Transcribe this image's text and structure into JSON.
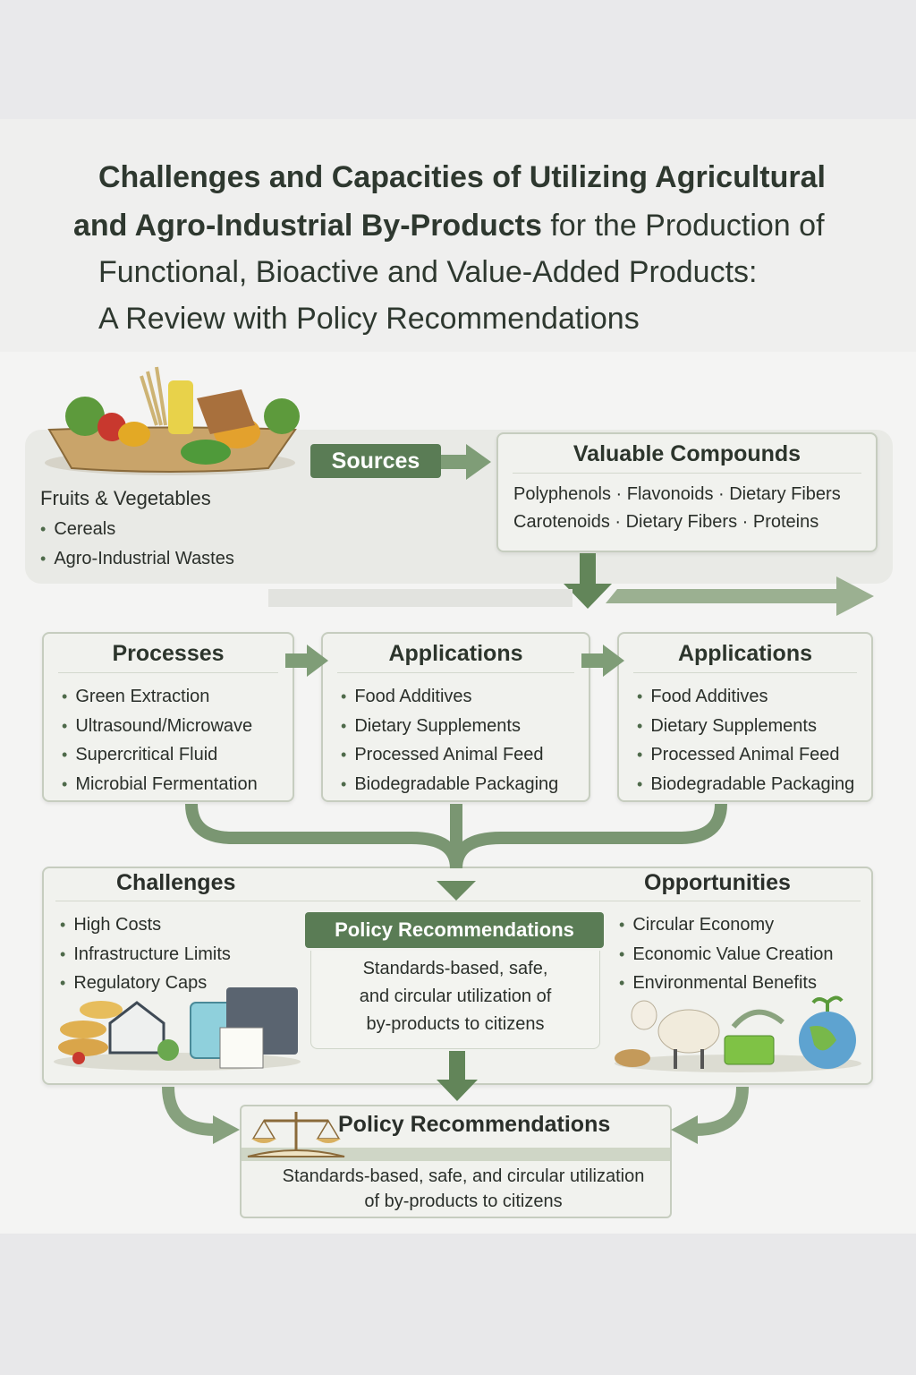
{
  "title": {
    "line1": "Challenges and Capacities of Utilizing Agricultural",
    "line2_bold": "and Agro-Industrial By-Products",
    "line2_rest": " for the Production of",
    "line3": "Functional, Bioactive and Value-Added Products:",
    "line4": "A Review with Policy Recommendations"
  },
  "sources": {
    "label": "Sources",
    "heading": "Fruits & Vegetables",
    "items": [
      "Cereals",
      "Agro-Industrial Wastes"
    ]
  },
  "compounds": {
    "title": "Valuable Compounds",
    "line1": "Polyphenols · Flavonoids · Dietary Fibers",
    "line2": "Carotenoids · Dietary Fibers · Proteins"
  },
  "processes": {
    "title": "Processes",
    "items": [
      "Green Extraction",
      "Ultrasound/Microwave",
      "Supercritical Fluid",
      "Microbial Fermentation"
    ]
  },
  "applications1": {
    "title": "Applications",
    "items": [
      "Food Additives",
      "Dietary Supplements",
      "Processed Animal Feed",
      "Biodegradable Packaging"
    ]
  },
  "applications2": {
    "title": "Applications",
    "items": [
      "Food Additives",
      "Dietary Supplements",
      "Processed Animal Feed",
      "Biodegradable Packaging"
    ]
  },
  "challenges": {
    "title": "Challenges",
    "items": [
      "High Costs",
      "Infrastructure Limits",
      "Regulatory Caps"
    ]
  },
  "opportunities": {
    "title": "Opportunities",
    "items": [
      "Circular Economy",
      "Economic Value Creation",
      "Environmental Benefits"
    ]
  },
  "policy_mid": {
    "title": "Policy Recommendations",
    "line1": "Standards-based, safe,",
    "line2": "and circular utilization of",
    "line3": "by-products to citizens"
  },
  "policy_final": {
    "title": "Policy Recommendations",
    "line1": "Standards-based, safe, and circular utilization",
    "line2": "of by-products to citizens"
  },
  "colors": {
    "accent": "#5a7c55",
    "arrow": "#6f8f68",
    "text": "#2e382f"
  }
}
